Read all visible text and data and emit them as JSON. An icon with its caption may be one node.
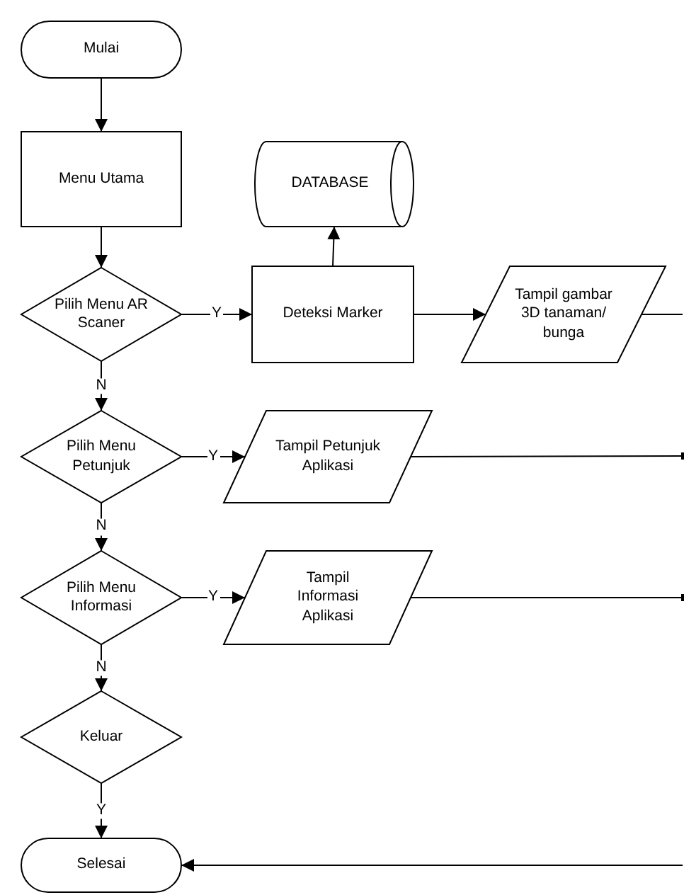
{
  "diagram": {
    "nodes": [
      {
        "text": [
          "Mulai"
        ]
      },
      {
        "text": [
          "Menu Utama"
        ]
      },
      {
        "text": [
          "DATABASE"
        ]
      },
      {
        "text": [
          "Pilih Menu AR Scaner"
        ]
      },
      {
        "text": [
          "Deteksi Marker"
        ]
      },
      {
        "text": [
          "Tampil gambar 3D tanaman/ bunga"
        ]
      },
      {
        "text": [
          "Pilih Menu Petunjuk"
        ]
      },
      {
        "text": [
          "Tampil Petunjuk Aplikasi"
        ]
      },
      {
        "text": [
          "Pilih Menu Informasi"
        ]
      },
      {
        "text": [
          "Tampil Informasi Aplikasi"
        ]
      },
      {
        "text": [
          "Keluar"
        ]
      },
      {
        "text": [
          "Selesai"
        ]
      }
    ],
    "edges": [
      {
        "from": 0,
        "to": 1,
        "arrow": "to"
      },
      {
        "from": 1,
        "to": 3,
        "arrow": "to"
      },
      {
        "from": 3,
        "to": 4,
        "arrow": "to",
        "label": "Y"
      },
      {
        "from": 4,
        "to": 2,
        "arrow": "to"
      },
      {
        "from": 4,
        "to": 5,
        "arrow": "to"
      },
      {
        "from": 5,
        "to": null,
        "arrow": "none"
      },
      {
        "from": 3,
        "to": 6,
        "arrow": "to",
        "label": "N"
      },
      {
        "from": 6,
        "to": 7,
        "arrow": "to",
        "label": "Y"
      },
      {
        "from": 7,
        "to": null,
        "arrow": "other"
      },
      {
        "from": 6,
        "to": 8,
        "arrow": "to",
        "label": "N"
      },
      {
        "from": 8,
        "to": 9,
        "arrow": "to",
        "label": "Y"
      },
      {
        "from": 9,
        "to": null,
        "arrow": "other"
      },
      {
        "from": 8,
        "to": 10,
        "arrow": "to",
        "label": "N"
      },
      {
        "from": 10,
        "to": 11,
        "arrow": "to",
        "label": "Y"
      },
      {
        "from": null,
        "to": 11,
        "arrow": "to"
      }
    ]
  }
}
